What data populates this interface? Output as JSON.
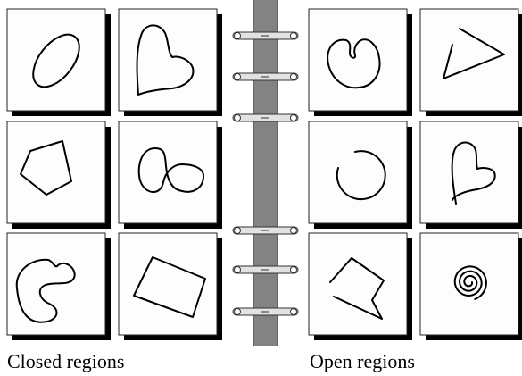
{
  "captions": {
    "closed": "Closed regions",
    "open": "Open regions"
  },
  "colors": {
    "card": "#fdfdfd",
    "card_border": "#222222",
    "card_shadow": "#000000",
    "spine": "#838383",
    "spine_edge": "#444444",
    "ring": "#e2e2e2",
    "ring_stroke": "#333333",
    "shape_stroke": "#000000"
  },
  "panels": [
    {
      "name": "closed-regions",
      "cards": [
        {
          "shape": "ellipse-icon"
        },
        {
          "shape": "heart-blob-icon"
        },
        {
          "shape": "pentagon-icon"
        },
        {
          "shape": "figure-eight-icon"
        },
        {
          "shape": "blob-icon"
        },
        {
          "shape": "quadrilateral-icon"
        }
      ]
    },
    {
      "name": "open-regions",
      "cards": [
        {
          "shape": "open-kidney-icon"
        },
        {
          "shape": "open-triangle-icon"
        },
        {
          "shape": "open-circle-icon"
        },
        {
          "shape": "open-heart-icon"
        },
        {
          "shape": "open-polygon-icon"
        },
        {
          "shape": "spiral-icon"
        }
      ]
    }
  ],
  "rings": 6
}
